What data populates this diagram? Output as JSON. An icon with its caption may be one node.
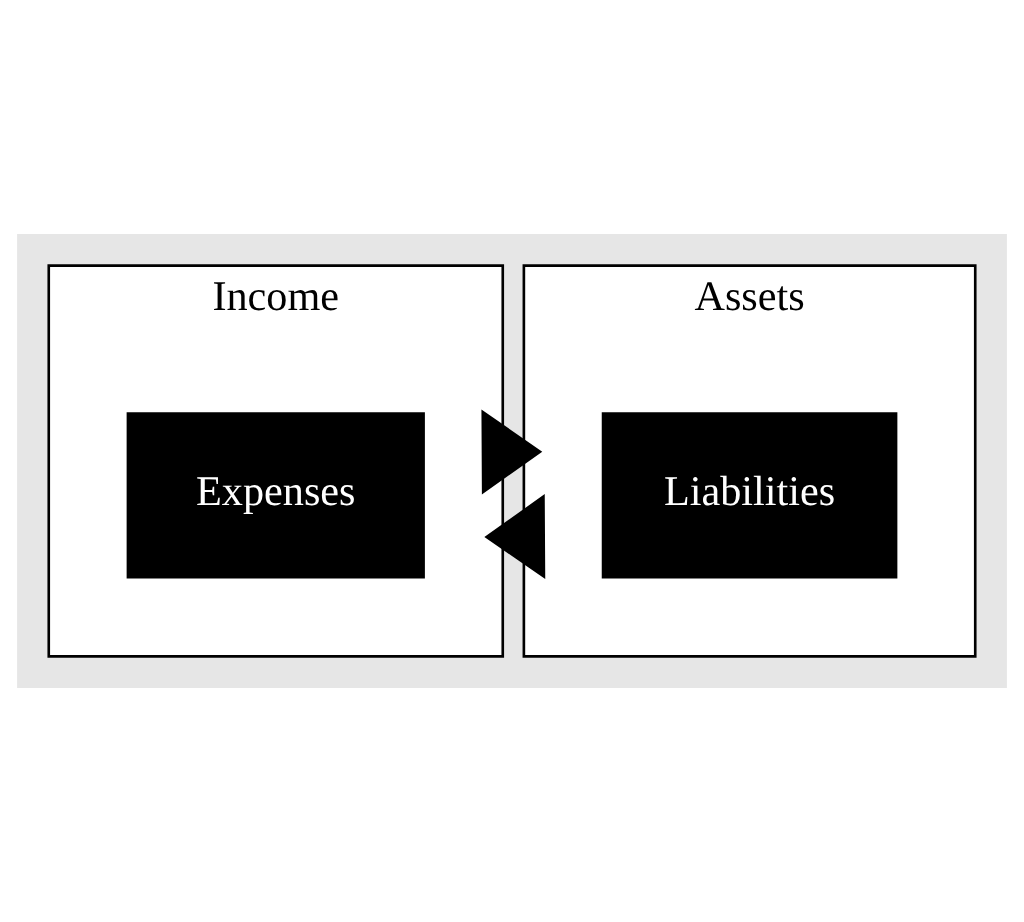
{
  "diagram": {
    "nodes": [
      {
        "text": [
          "Income"
        ]
      },
      {
        "text": [
          "Expenses"
        ],
        "in": 0
      },
      {
        "text": [
          "Assets"
        ]
      },
      {
        "text": [
          "Liabilities"
        ],
        "in": 2
      }
    ],
    "edges": [
      {
        "from": 0,
        "to": 2,
        "arrow": "to",
        "style": "thick"
      },
      {
        "from": 2,
        "to": 0,
        "arrow": "to",
        "style": "thick"
      }
    ]
  }
}
